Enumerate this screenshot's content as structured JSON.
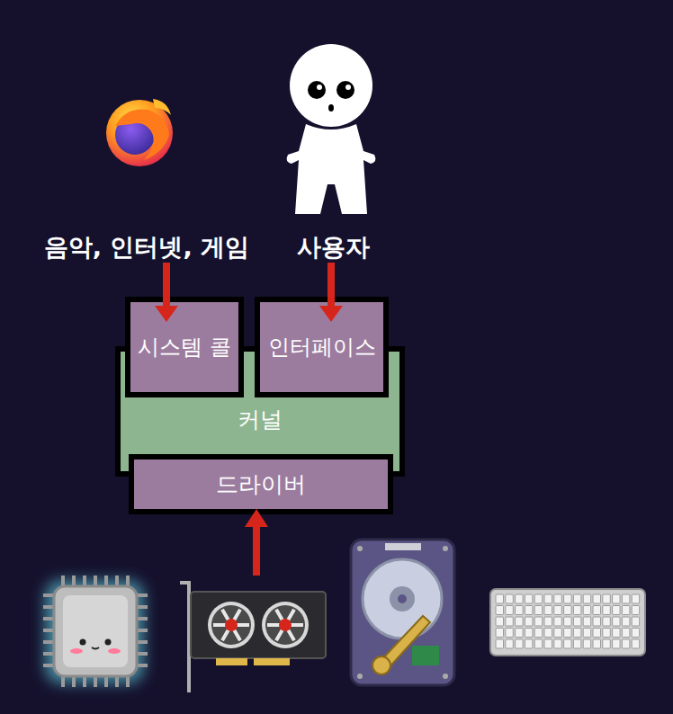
{
  "diagram": {
    "nodes": [
      {
        "text": [
          "커널"
        ]
      },
      {
        "text": [
          "시스템 콜"
        ],
        "in": 0
      },
      {
        "text": [
          "인터페이스"
        ],
        "in": 0
      },
      {
        "text": [
          "드라이버"
        ],
        "in": 0
      }
    ],
    "labels": [
      "음악, 인터넷, 게임",
      "사용자"
    ]
  }
}
